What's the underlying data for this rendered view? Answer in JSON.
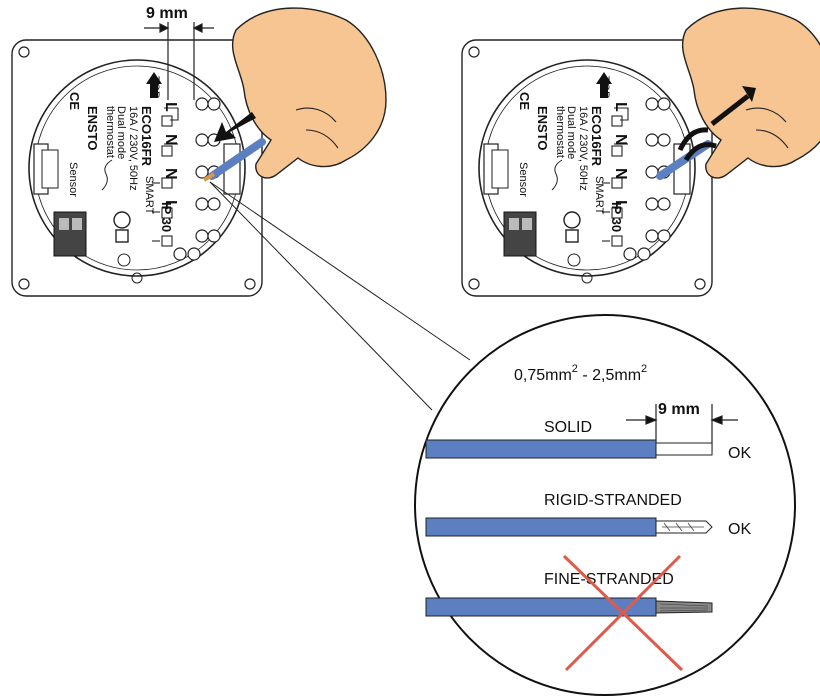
{
  "top_dimension": "9 mm",
  "device": {
    "model": "ECO16FR",
    "model_suffix": "SMART",
    "rating": "16A / 230V, 50Hz",
    "mode_line1": "Dual mode",
    "mode_line2": "thermostat",
    "brand": "ENSTO",
    "top_label": "TOP",
    "ce_mark": "CE",
    "sensor_label": "Sensor",
    "ip_rating": "IP 30",
    "terminals": [
      "L",
      "N",
      "N",
      "L"
    ]
  },
  "detail": {
    "cross_section": {
      "a": "0,75mm",
      "a_sup": "2",
      "sep": " - ",
      "b": "2,5mm",
      "b_sup": "2"
    },
    "strip_length": "9 mm",
    "wires": [
      {
        "label": "SOLID",
        "status": "OK",
        "crossed": false
      },
      {
        "label": "RIGID-STRANDED",
        "status": "OK",
        "crossed": false
      },
      {
        "label": "FINE-STRANDED",
        "status": "",
        "crossed": true
      }
    ]
  },
  "colors": {
    "wire_blue": "#5b7fc0",
    "reject_red": "#e05a4a",
    "skin": "#f7c591",
    "copper": "#d9964b"
  }
}
